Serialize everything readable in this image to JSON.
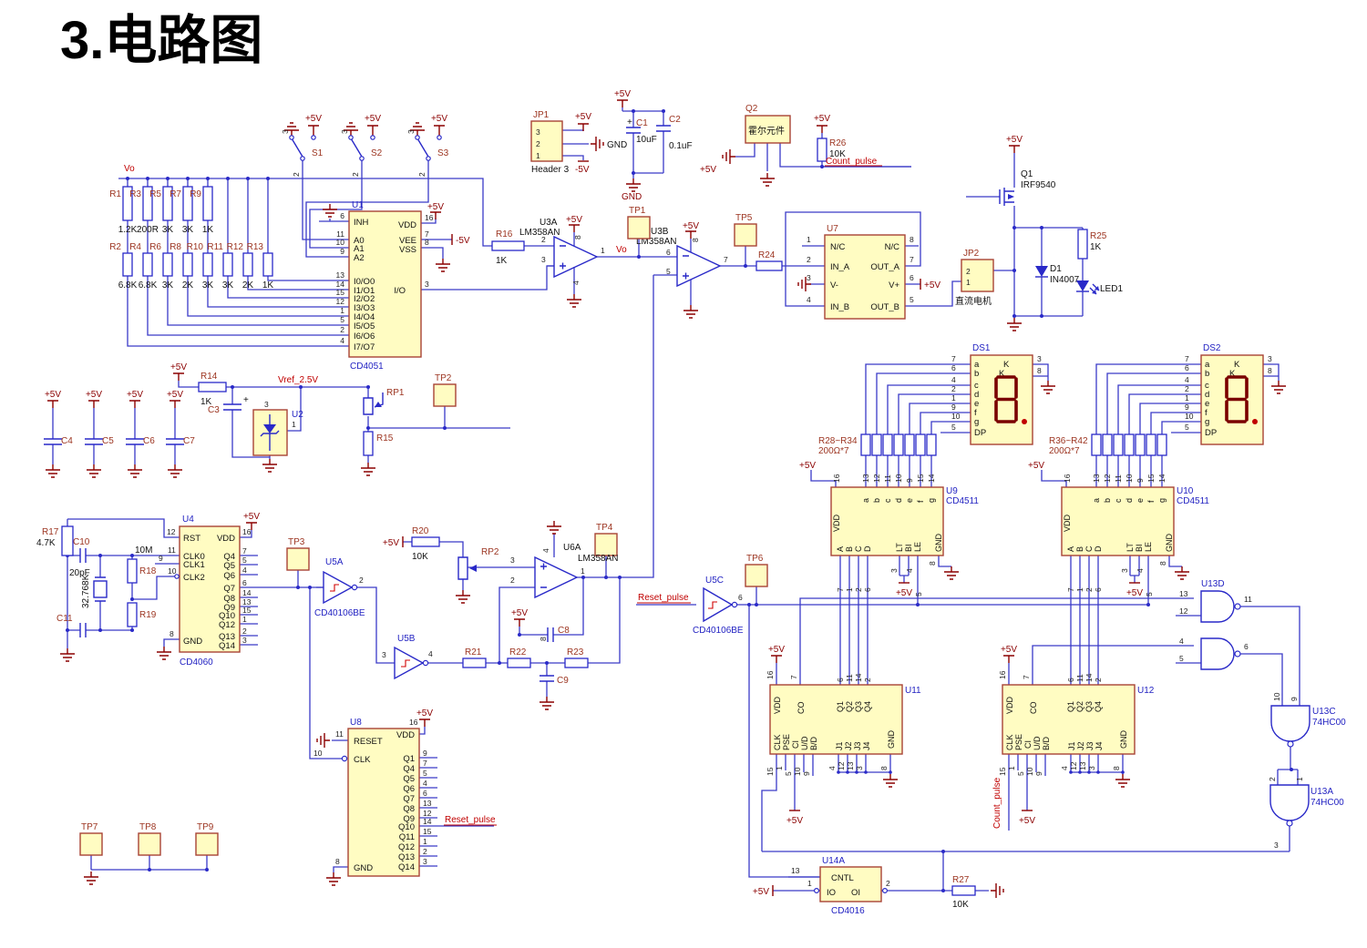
{
  "title": "3.电路图",
  "power": {
    "p5": "+5V",
    "n5": "-5V",
    "gnd": "GND"
  },
  "nets": {
    "vo": "Vo",
    "vref": "Vref_2.5V",
    "count_pulse": "Count_pulse",
    "reset_pulse": "Reset_pulse",
    "osc": "10M"
  },
  "ladder": {
    "row1": [
      {
        "ref": "R1",
        "val": "1.2K"
      },
      {
        "ref": "R3",
        "val": "200R"
      },
      {
        "ref": "R5",
        "val": "3K"
      },
      {
        "ref": "R7",
        "val": "3K"
      },
      {
        "ref": "R9",
        "val": "1K"
      }
    ],
    "row2": [
      {
        "ref": "R2",
        "val": "6.8K"
      },
      {
        "ref": "R4",
        "val": "6.8K"
      },
      {
        "ref": "R6",
        "val": "3K"
      },
      {
        "ref": "R8",
        "val": "2K"
      },
      {
        "ref": "R10",
        "val": "3K"
      },
      {
        "ref": "R11",
        "val": "3K"
      },
      {
        "ref": "R12",
        "val": "2K"
      },
      {
        "ref": "R13",
        "val": "1K"
      }
    ]
  },
  "switches": {
    "s1": "S1",
    "s2": "S2",
    "s3": "S3",
    "pin2": "2",
    "pin3": "3"
  },
  "u1": {
    "ref": "U1",
    "part": "CD4051",
    "left": [
      {
        "n": "6",
        "l": "INH"
      },
      {
        "n": "11",
        "l": "A0"
      },
      {
        "n": "10",
        "l": "A1"
      },
      {
        "n": "9",
        "l": "A2"
      },
      {
        "n": "13",
        "l": "I0/O0"
      },
      {
        "n": "14",
        "l": "I1/O1"
      },
      {
        "n": "15",
        "l": "I2/O2"
      },
      {
        "n": "12",
        "l": "I3/O3"
      },
      {
        "n": "1",
        "l": "I4/O4"
      },
      {
        "n": "5",
        "l": "I5/O5"
      },
      {
        "n": "2",
        "l": "I6/O6"
      },
      {
        "n": "4",
        "l": "I7/O7"
      }
    ],
    "right": [
      {
        "n": "16",
        "l": "VDD"
      },
      {
        "n": "7",
        "l": "VEE"
      },
      {
        "n": "8",
        "l": "VSS"
      },
      {
        "n": "3",
        "l": "I/O"
      }
    ]
  },
  "u2": {
    "ref": "U2",
    "pin1": "1",
    "pin3": "3"
  },
  "u3a": {
    "ref": "U3A",
    "part": "LM358AN",
    "pin_inm": "2",
    "pin_inp": "3",
    "pin_out": "1",
    "pin_v": "8",
    "pin_g": "4"
  },
  "u3b": {
    "ref": "U3B",
    "part": "LM358AN",
    "pin_inm": "6",
    "pin_inp": "5",
    "pin_out": "7",
    "pin_v": "8"
  },
  "u4": {
    "ref": "U4",
    "part": "CD4060",
    "gnd_n": "8",
    "gnd_l": "GND",
    "left": [
      {
        "n": "12",
        "l": "RST"
      },
      {
        "n": "11",
        "l": "CLK0"
      },
      {
        "n": "9",
        "l": "CLK1"
      },
      {
        "n": "10",
        "l": "CLK2"
      }
    ],
    "right": [
      {
        "n": "16",
        "l": "VDD"
      },
      {
        "n": "7",
        "l": "Q4"
      },
      {
        "n": "5",
        "l": "Q5"
      },
      {
        "n": "4",
        "l": "Q6"
      },
      {
        "n": "6",
        "l": "Q7"
      },
      {
        "n": "14",
        "l": "Q8"
      },
      {
        "n": "13",
        "l": "Q9"
      },
      {
        "n": "15",
        "l": "Q10"
      },
      {
        "n": "1",
        "l": "Q12"
      },
      {
        "n": "2",
        "l": "Q13"
      },
      {
        "n": "3",
        "l": "Q14"
      }
    ]
  },
  "u5a": {
    "ref": "U5A",
    "part": "CD40106BE",
    "out": "2"
  },
  "u5b": {
    "ref": "U5B",
    "in": "3",
    "out": "4"
  },
  "u5c": {
    "ref": "U5C",
    "part": "CD40106BE",
    "out": "6"
  },
  "u6a": {
    "ref": "U6A",
    "part": "LM358AN",
    "pin_inp": "3",
    "pin_inm": "2",
    "pin_out": "1",
    "pin_g": "4",
    "pin_v": "8"
  },
  "u7": {
    "ref": "U7",
    "left": [
      {
        "n": "1",
        "l": "N/C"
      },
      {
        "n": "2",
        "l": "IN_A"
      },
      {
        "n": "3",
        "l": "V-"
      },
      {
        "n": "4",
        "l": "IN_B"
      }
    ],
    "right": [
      {
        "n": "8",
        "l": "N/C"
      },
      {
        "n": "7",
        "l": "OUT_A"
      },
      {
        "n": "6",
        "l": "V+"
      },
      {
        "n": "5",
        "l": "OUT_B"
      }
    ]
  },
  "u8": {
    "ref": "U8",
    "rst_n": "11",
    "rst_l": "RESET",
    "vdd_n": "16",
    "vdd_l": "VDD",
    "clk_n": "10",
    "clk_l": "CLK",
    "gnd_n": "8",
    "gnd_l": "GND",
    "right": [
      {
        "n": "9",
        "l": "Q1"
      },
      {
        "n": "7",
        "l": "Q4"
      },
      {
        "n": "5",
        "l": "Q5"
      },
      {
        "n": "4",
        "l": "Q6"
      },
      {
        "n": "6",
        "l": "Q7"
      },
      {
        "n": "13",
        "l": "Q8"
      },
      {
        "n": "12",
        "l": "Q9"
      },
      {
        "n": "14",
        "l": "Q10"
      },
      {
        "n": "15",
        "l": "Q11"
      },
      {
        "n": "1",
        "l": "Q12"
      },
      {
        "n": "2",
        "l": "Q13"
      },
      {
        "n": "3",
        "l": "Q14"
      }
    ]
  },
  "cd4511": {
    "u9": "U9",
    "u10": "U10",
    "part": "CD4511",
    "vdd_n": "16",
    "vdd_l": "VDD",
    "top": [
      {
        "n": "13",
        "l": "a"
      },
      {
        "n": "12",
        "l": "b"
      },
      {
        "n": "11",
        "l": "c"
      },
      {
        "n": "10",
        "l": "d"
      },
      {
        "n": "9",
        "l": "e"
      },
      {
        "n": "15",
        "l": "f"
      },
      {
        "n": "14",
        "l": "g"
      }
    ],
    "bottom": [
      {
        "n": "7",
        "l": "A"
      },
      {
        "n": "1",
        "l": "B"
      },
      {
        "n": "2",
        "l": "C"
      },
      {
        "n": "6",
        "l": "D"
      },
      {
        "n": "3",
        "l": "LT"
      },
      {
        "n": "4",
        "l": "BI"
      },
      {
        "n": "5",
        "l": "LE"
      },
      {
        "n": "8",
        "l": "GND"
      }
    ]
  },
  "counter": {
    "u11": "U11",
    "u12": "U12",
    "top": [
      {
        "n": "16",
        "l": "VDD"
      },
      {
        "n": "7",
        "l": "CO"
      },
      {
        "n": "6",
        "l": "Q1"
      },
      {
        "n": "11",
        "l": "Q2"
      },
      {
        "n": "14",
        "l": "Q3"
      },
      {
        "n": "2",
        "l": "Q4"
      }
    ],
    "bottom": [
      {
        "n": "15",
        "l": "CLK"
      },
      {
        "n": "1",
        "l": "PSE"
      },
      {
        "n": "5",
        "l": "CI"
      },
      {
        "n": "10",
        "l": "U/D"
      },
      {
        "n": "9",
        "l": "B/D"
      },
      {
        "n": "4",
        "l": "J1"
      },
      {
        "n": "12",
        "l": "J2"
      },
      {
        "n": "13",
        "l": "J3"
      },
      {
        "n": "3",
        "l": "J4"
      },
      {
        "n": "8",
        "l": "GND"
      }
    ]
  },
  "u13": {
    "d_ref": "U13D",
    "d_a": "13",
    "d_b": "12",
    "d_y": "11",
    "b_a": "4",
    "b_b": "5",
    "b_y": "6",
    "c_ref": "U13C",
    "c_part": "74HC00",
    "c_a": "10",
    "c_b": "9",
    "a_in1": "2",
    "a_in2": "1",
    "a_ref": "U13A",
    "a_part": "74HC00",
    "a_y": "3"
  },
  "u14": {
    "ref": "U14A",
    "part": "CD4016",
    "cntl": "CNTL",
    "io": "IO",
    "oi": "OI",
    "n_cntl": "13",
    "n_io": "1",
    "n_oi": "2"
  },
  "jp1": {
    "ref": "JP1",
    "part": "Header 3",
    "p3": "3",
    "p2": "2",
    "p1": "1"
  },
  "jp2": {
    "ref": "JP2",
    "part": "直流电机",
    "p2": "2",
    "p1": "1"
  },
  "q1": {
    "ref": "Q1",
    "part": "IRF9540"
  },
  "q2": {
    "ref": "Q2",
    "part": "霍尔元件"
  },
  "d1": {
    "ref": "D1",
    "part": "IN4007"
  },
  "led1": {
    "ref": "LED1"
  },
  "ds": {
    "ds1": "DS1",
    "ds2": "DS2",
    "k": "K",
    "k3": "3",
    "k8": "8",
    "letters": [
      "a",
      "b",
      "c",
      "d",
      "e",
      "f",
      "g",
      "DP"
    ],
    "pin_letters": [
      "7",
      "6",
      "4",
      "2",
      "1",
      "9",
      "10",
      "5"
    ]
  },
  "rarr1": {
    "ref": "R28~R34",
    "val": "200Ω*7"
  },
  "rarr2": {
    "ref": "R36~R42",
    "val": "200Ω*7"
  },
  "r": {
    "r14": [
      "R14",
      "1K"
    ],
    "r15": "R15",
    "r16": [
      "R16",
      "1K"
    ],
    "r17": [
      "R17",
      "4.7K"
    ],
    "r18": "R18",
    "r19": "R19",
    "r20": [
      "R20",
      "10K"
    ],
    "r21": "R21",
    "r22": "R22",
    "r23": "R23",
    "r24": "R24",
    "r25": [
      "R25",
      "1K"
    ],
    "r26": [
      "R26",
      "10K"
    ],
    "r27": [
      "R27",
      "10K"
    ]
  },
  "c": {
    "c1": [
      "C1",
      "10uF"
    ],
    "c2": [
      "C2",
      "0.1uF"
    ],
    "c3": "C3",
    "c4": "C4",
    "c5": "C5",
    "c6": "C6",
    "c7": "C7",
    "c8": "C8",
    "c9": "C9",
    "c10": [
      "C10",
      "20pF"
    ],
    "c11": "C11"
  },
  "xtal": "32.768K",
  "rp1": "RP1",
  "rp2": "RP2",
  "tp": [
    "TP1",
    "TP2",
    "TP3",
    "TP4",
    "TP5",
    "TP6",
    "TP7",
    "TP8",
    "TP9"
  ]
}
